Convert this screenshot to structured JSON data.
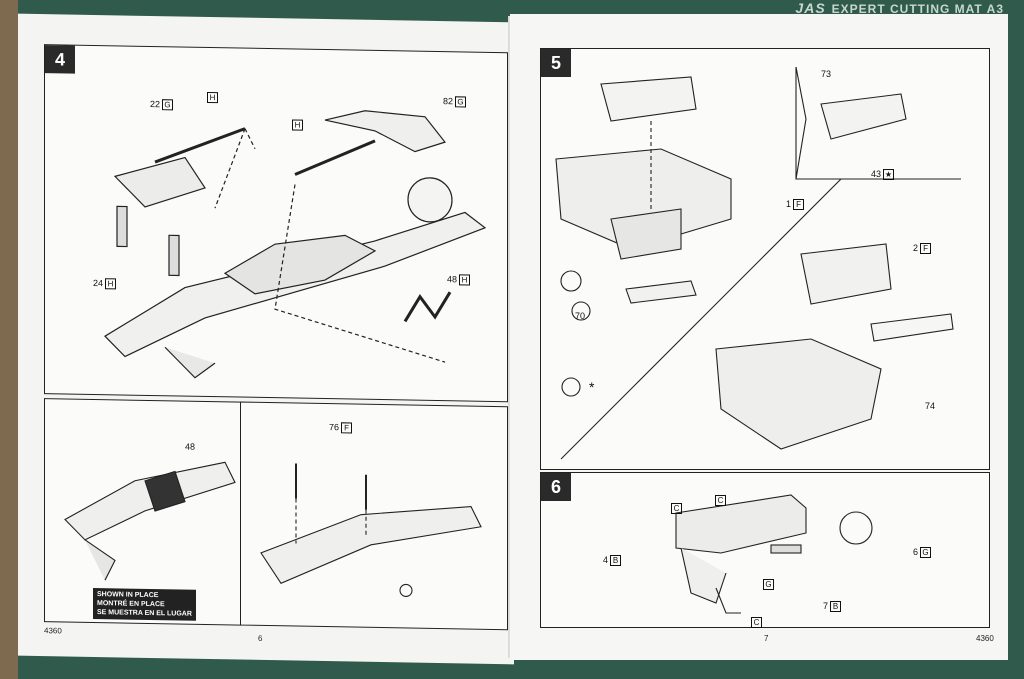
{
  "mat": {
    "brand": "JAS",
    "title": "EXPERT CUTTING MAT A3"
  },
  "left_page": {
    "step4": {
      "number": "4"
    },
    "labels": {
      "l22": "22",
      "l22b": "G",
      "lH1": "H",
      "lH2": "H",
      "l82": "82",
      "l82b": "G",
      "l24": "24",
      "l24b": "H",
      "l48": "48",
      "l48b": "H",
      "l48_detail": "48",
      "l76": "76",
      "l76b": "F"
    },
    "caption": [
      "SHOWN IN PLACE",
      "MONTRÉ EN PLACE",
      "SE MUESTRA EN EL LUGAR"
    ],
    "footer_code": "4360",
    "page_number": "6"
  },
  "right_page": {
    "step5": {
      "number": "5"
    },
    "step6": {
      "number": "6"
    },
    "labels": {
      "l73": "73",
      "l43": "43",
      "l1": "1",
      "l1b": "F",
      "l2": "2",
      "l2b": "F",
      "l70": "70",
      "l74": "74",
      "l4": "4",
      "l4b": "B",
      "lC1": "C",
      "lC2": "C",
      "lC3": "C",
      "lG": "G",
      "l7": "7",
      "l7b": "B",
      "l6": "6",
      "l6b": "G"
    },
    "footer_code": "4360",
    "page_number": "7"
  }
}
